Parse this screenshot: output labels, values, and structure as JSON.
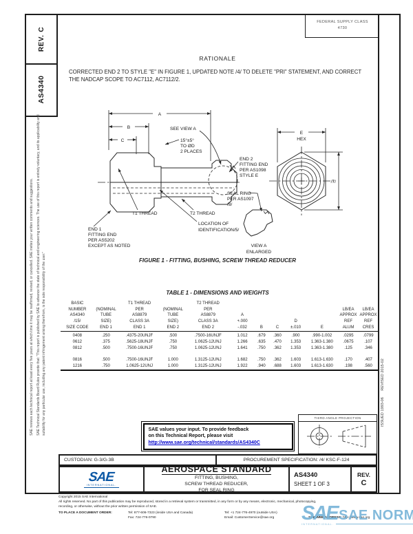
{
  "page": {
    "rev_label": "REV.",
    "rev_value": "C",
    "doc_number": "AS4340",
    "fsc_label": "FEDERAL SUPPLY CLASS",
    "fsc_value": "4730",
    "issued_note": "ISSUED 1993-06      REVISED 2015-02",
    "disclaimer_p1": "SAE reviews each technical report at least every five years at which time it may be reaffirmed, revised, or cancelled. SAE invites your written comments and suggestions.",
    "disclaimer_p2": "SAE Technical Standards Board Rules provide that: \"This report is published by SAE to advance the state of technical and engineering sciences. The use of this report is entirely voluntary, and its applicability and suitability for any particular use, including any patent infringement arising therefrom, is the sole responsibility of the user.\""
  },
  "rationale": {
    "heading": "RATIONALE",
    "text": "CORRECTED END 2 TO STYLE \"E\" IN FIGURE 1, UPDATED NOTE /4/ TO DELETE \"PRI\" STATEMENT, AND CORRECT THE NADCAP SCOPE TO AC7112, AC7112/2."
  },
  "figure": {
    "caption": "FIGURE 1 - FITTING, BUSHING, SCREW THREAD REDUCER",
    "labels": {
      "dim_a": "A",
      "dim_b": "B",
      "dim_c": "C",
      "see_view_a": "SEE VIEW A",
      "chamfer1": "15°±5°",
      "chamfer2": "TO ØD",
      "chamfer3": "2 PLACES",
      "end2_l1": "END 2",
      "end2_l2": "FITTING END",
      "end2_l3": "PER AS1098",
      "end2_l4": "STYLE E",
      "dim_e": "E",
      "hex": "HEX",
      "flag7": "/7/",
      "seal1": "SEAL RING",
      "seal2": "PER AS1097",
      "seal3": "/8/",
      "t1": "T1 THREAD",
      "t2": "T2 THREAD",
      "loc1": "LOCATION OF",
      "loc2": "IDENTIFICATION/5/",
      "end1_l1": "END 1",
      "end1_l2": "FITTING END",
      "end1_l3": "PER AS5202",
      "end1_l4": "EXCEPT AS NOTED",
      "viewa1": "VIEW A",
      "viewa2": "ENLARGED"
    }
  },
  "table1": {
    "title": "TABLE 1 - DIMENSIONS AND WEIGHTS",
    "headers": [
      "BASIC\nNUMBER\nAS4340\n/15/\nSIZE CODE",
      "(NOMINAL\nTUBE\nSIZE)\nEND 1",
      "T1 THREAD\nPER\nAS8879\nCLASS 3A\nEND 1",
      "(NOMINAL\nTUBE\nSIZE)\nEND 2",
      "T2 THREAD\nPER\nAS8879\nCLASS 3A\nEND 2",
      "A\n+.000\n-.032",
      "B",
      "C",
      "D\n±.010",
      "E",
      "LB/EA\nAPPROX\nREF\nALUM",
      "LB/EA\nAPPROX\nREF\nCRES"
    ],
    "rows": [
      [
        "0408",
        ".250",
        ".4375-20UNJF",
        ".500",
        ".7500-16UNJF",
        "1.012",
        ".679",
        ".360",
        ".900",
        ".990-1.002",
        ".0295",
        ".0799"
      ],
      [
        "0612",
        ".375",
        ".5625-18UNJF",
        ".750",
        "1.0625-12UNJ",
        "1.266",
        ".635",
        ".470",
        "1.353",
        "1.363-1.380",
        ".0675",
        ".107"
      ],
      [
        "0812",
        ".500",
        ".7500-16UNJF",
        ".750",
        "1.0625-12UNJ",
        "1.641",
        ".750",
        ".362",
        "1.353",
        "1.363-1.380",
        ".125",
        ".346"
      ],
      [
        "0816",
        ".500",
        ".7500-16UNJF",
        "1.000",
        "1.3125-12UNJ",
        "1.682",
        ".750",
        ".362",
        "1.603",
        "1.613-1.630",
        ".170",
        ".407"
      ],
      [
        "1216",
        ".750",
        "1.0625-12UNJ",
        "1.000",
        "1.3125-12UNJ",
        "1.922",
        ".940",
        ".688",
        "1.603",
        "1.613-1.630",
        ".198",
        ".560"
      ]
    ]
  },
  "feedback": {
    "line1": "SAE values your input. To provide feedback",
    "line2": "on this Technical Report, please visit",
    "link": "http://www.sae.org/technical/standards/AS4340C"
  },
  "projection": {
    "label": "THIRD ANGLE PROJECTION"
  },
  "footer": {
    "custodian": "CUSTODIAN: G-3/G-3B",
    "procurement": "PROCUREMENT SPECIFICATION: /4/ KSC-F-124",
    "standard_type": "AEROSPACE STANDARD",
    "title_line1": "FITTING, BUSHING,",
    "title_line2": "SCREW THREAD REDUCER,",
    "title_line3": "FOR SEAL RING",
    "doc_number": "AS4340",
    "sheet": "SHEET 1 OF 3",
    "rev_label": "REV.",
    "rev_value": "C",
    "logo_text": "SAE",
    "logo_sub": "INTERNATIONAL."
  },
  "copyright": {
    "line1": "Copyright 2015 SAE International",
    "line2": "All rights reserved. No part of this publication may be reproduced, stored in a retrieval system or transmitted, in any form or by any means, electronic, mechanical, photocopying,",
    "line3": "recording, or otherwise, without the prior written permission of SAE.",
    "order_label": "TO PLACE A DOCUMENT ORDER:",
    "tel1": "Tel: 877-606-7323 (inside USA and Canada)",
    "tel2": "Tel: +1 724-776-4970 (outside USA)",
    "fax": "Fax: 724-776-0790",
    "email": "Email: CustomerService@sae.org",
    "web_label": "SAE WEB ADDRESS:",
    "web": "http://www.sae.org"
  },
  "watermark": {
    "logo": "SAE",
    "text": "SAE NORM",
    "sub": "INTERNATIONAL."
  },
  "colors": {
    "link_blue": "#0000cc",
    "sae_blue": "#0a57a4",
    "watermark_blue": "#79b5d8"
  }
}
